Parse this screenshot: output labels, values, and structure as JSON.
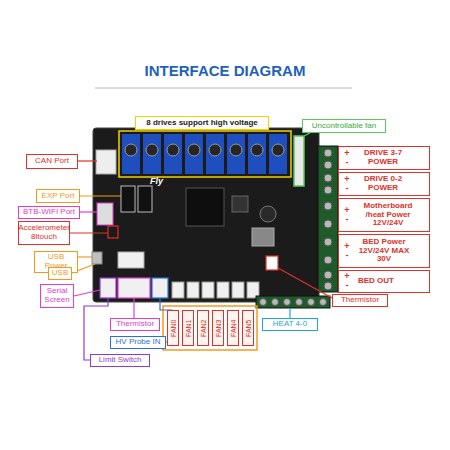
{
  "diagram": {
    "title": "INTERFACE DIAGRAM",
    "nodes": [
      {
        "text": [
          "8 drives support high voltage"
        ]
      },
      {
        "text": [
          "Uncontrollable fan"
        ]
      },
      {
        "text": [
          "+",
          "-",
          "DRIVE 3-7 POWER"
        ]
      },
      {
        "text": [
          "CAN Port"
        ]
      },
      {
        "text": [
          "+",
          "-",
          "DRIVE 0-2 POWER"
        ]
      },
      {
        "text": [
          "EXP Port"
        ]
      },
      {
        "text": [
          "+",
          "-",
          "Motherboard /heat Power 12V/24V"
        ]
      },
      {
        "text": [
          "BTB-WIFI Port"
        ]
      },
      {
        "text": [
          "Accelerometer 8ltouch"
        ]
      },
      {
        "text": [
          "+",
          "-",
          "BED Power 12V/24V MAX 30V"
        ]
      },
      {
        "text": [
          "USB Power"
        ]
      },
      {
        "text": [
          "USB"
        ]
      },
      {
        "text": [
          "+",
          "-",
          "BED OUT"
        ]
      },
      {
        "text": [
          "Serial Screen"
        ]
      },
      {
        "text": [
          "Thermistor"
        ]
      },
      {
        "text": [
          "Thermistor"
        ]
      },
      {
        "text": [
          "HEAT 4-0"
        ]
      },
      {
        "text": [
          "HV Probe IN"
        ]
      },
      {
        "text": [
          "Limit Switch"
        ]
      }
    ],
    "labels": [
      "Fly",
      "FAN0",
      "FAN1",
      "FAN2",
      "FAN3",
      "FAN4",
      "FAN5"
    ]
  }
}
